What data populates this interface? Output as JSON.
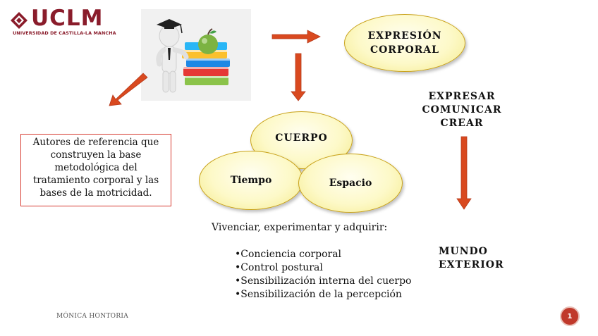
{
  "logo": {
    "word": "UCLM",
    "subtitle": "UNIVERSIDAD DE CASTILLA-LA MANCHA"
  },
  "illustration": {
    "icon": "graduate-figure-with-books-and-apple"
  },
  "ellipses": {
    "expresion": {
      "line1": "EXPRESIÓN",
      "line2": "CORPORAL"
    },
    "cuerpo": "CUERPO",
    "tiempo": "Tiempo",
    "espacio": "Espacio"
  },
  "authors_box": {
    "lines": [
      "Autores de referencia que",
      "construyen la base",
      "metodológica del",
      "tratamiento corporal y las",
      "bases de la motricidad."
    ]
  },
  "expresar": [
    "EXPRESAR",
    "COMUNICAR",
    "CREAR"
  ],
  "mundo": [
    "MUNDO",
    "EXTERIOR"
  ],
  "vivenciar": "Vivenciar, experimentar y adquirir:",
  "list": [
    "•Conciencia corporal",
    "•Control postural",
    "•Sensibilización interna del cuerpo",
    "•Sensibilización de la percepción"
  ],
  "footer": "MÓNICA HONTORIA",
  "page_number": "1",
  "colors": {
    "arrow": "#d9491f",
    "brand": "#8a1c2b",
    "ellipse_border": "#c9a21a",
    "box_border": "#d63a30"
  }
}
